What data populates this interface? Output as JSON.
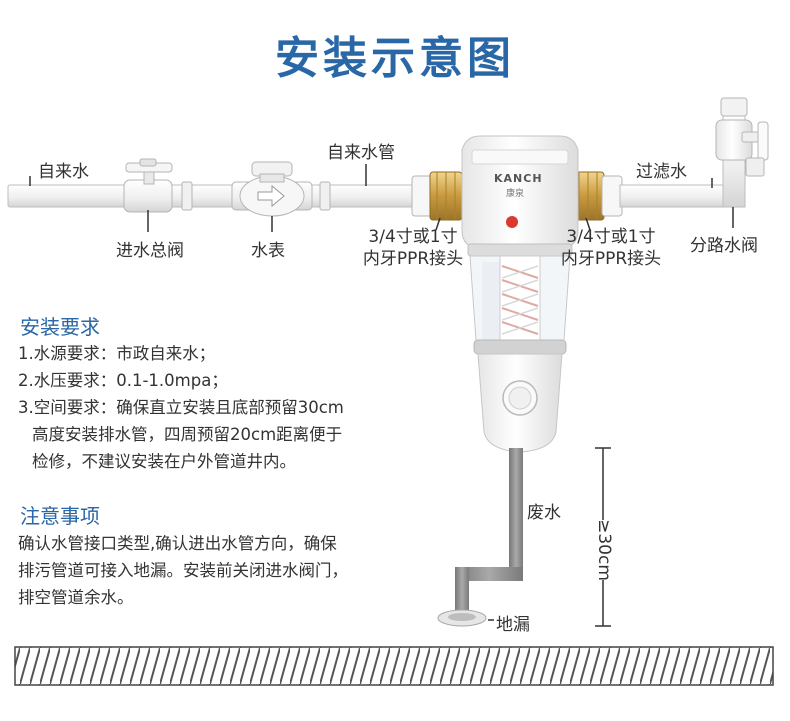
{
  "title": "安装示意图",
  "labels": {
    "tap_water": "自来水",
    "tap_pipe": "自来水管",
    "filtered_water": "过滤水",
    "inlet_valve": "进水总阀",
    "water_meter": "水表",
    "connector_left_1": "3/4寸或1寸",
    "connector_left_2": "内牙PPR接头",
    "connector_right_1": "3/4寸或1寸",
    "connector_right_2": "内牙PPR接头",
    "branch_valve": "分路水阀",
    "waste_water": "废水",
    "floor_drain": "地漏",
    "height": "≥30cm",
    "brand": "KANCH",
    "brand_cn": "康泉"
  },
  "requirements": {
    "heading": "安装要求",
    "lines": [
      "1.水源要求：市政自来水；",
      "2.水压要求：0.1-1.0mpa；",
      "3.空间要求：确保直立安装且底部预留30cm",
      "高度安装排水管，四周预留20cm距离便于",
      "检修，不建议安装在户外管道井内。"
    ]
  },
  "notes": {
    "heading": "注意事项",
    "lines": [
      "确认水管接口类型,确认进出水管方向，确保",
      "排污管道可接入地漏。安装前关闭进水阀门，",
      "排空管道余水。"
    ]
  },
  "colors": {
    "title": "#2a67a6",
    "pipe": "#f4f4f4",
    "pipe_stroke": "#b9b9b9",
    "brass": "#d4aa55",
    "drain_pipe": "#8c8c8c"
  }
}
